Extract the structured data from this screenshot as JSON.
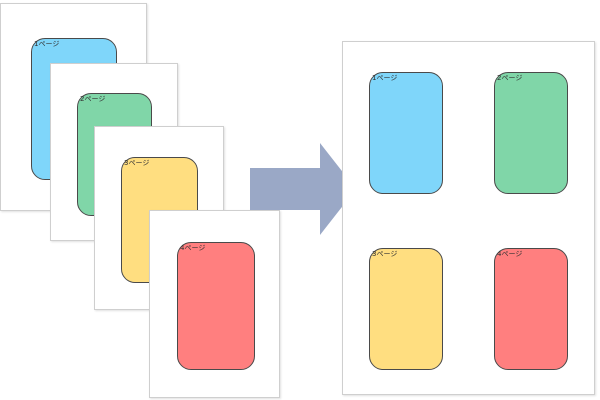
{
  "colors": {
    "blue": "#7fd6fa",
    "green": "#80d6a8",
    "yellow": "#ffde80",
    "red": "#ff7f7f",
    "arrow": "#9aa8c6",
    "page_border": "#cfcfcf",
    "card_border": "#4a4a4a"
  },
  "stack_pages": [
    {
      "card_color": "blue",
      "label": "1ページ"
    },
    {
      "card_color": "green",
      "label": "2ページ"
    },
    {
      "card_color": "yellow",
      "label": "3ページ"
    },
    {
      "card_color": "red",
      "label": "4ページ"
    }
  ],
  "output_sheet": {
    "cards": [
      {
        "card_color": "blue",
        "label": "1ページ"
      },
      {
        "card_color": "green",
        "label": "2ページ"
      },
      {
        "card_color": "yellow",
        "label": "3ページ"
      },
      {
        "card_color": "red",
        "label": "4ページ"
      }
    ]
  },
  "arrow_icon": "right-arrow-icon"
}
